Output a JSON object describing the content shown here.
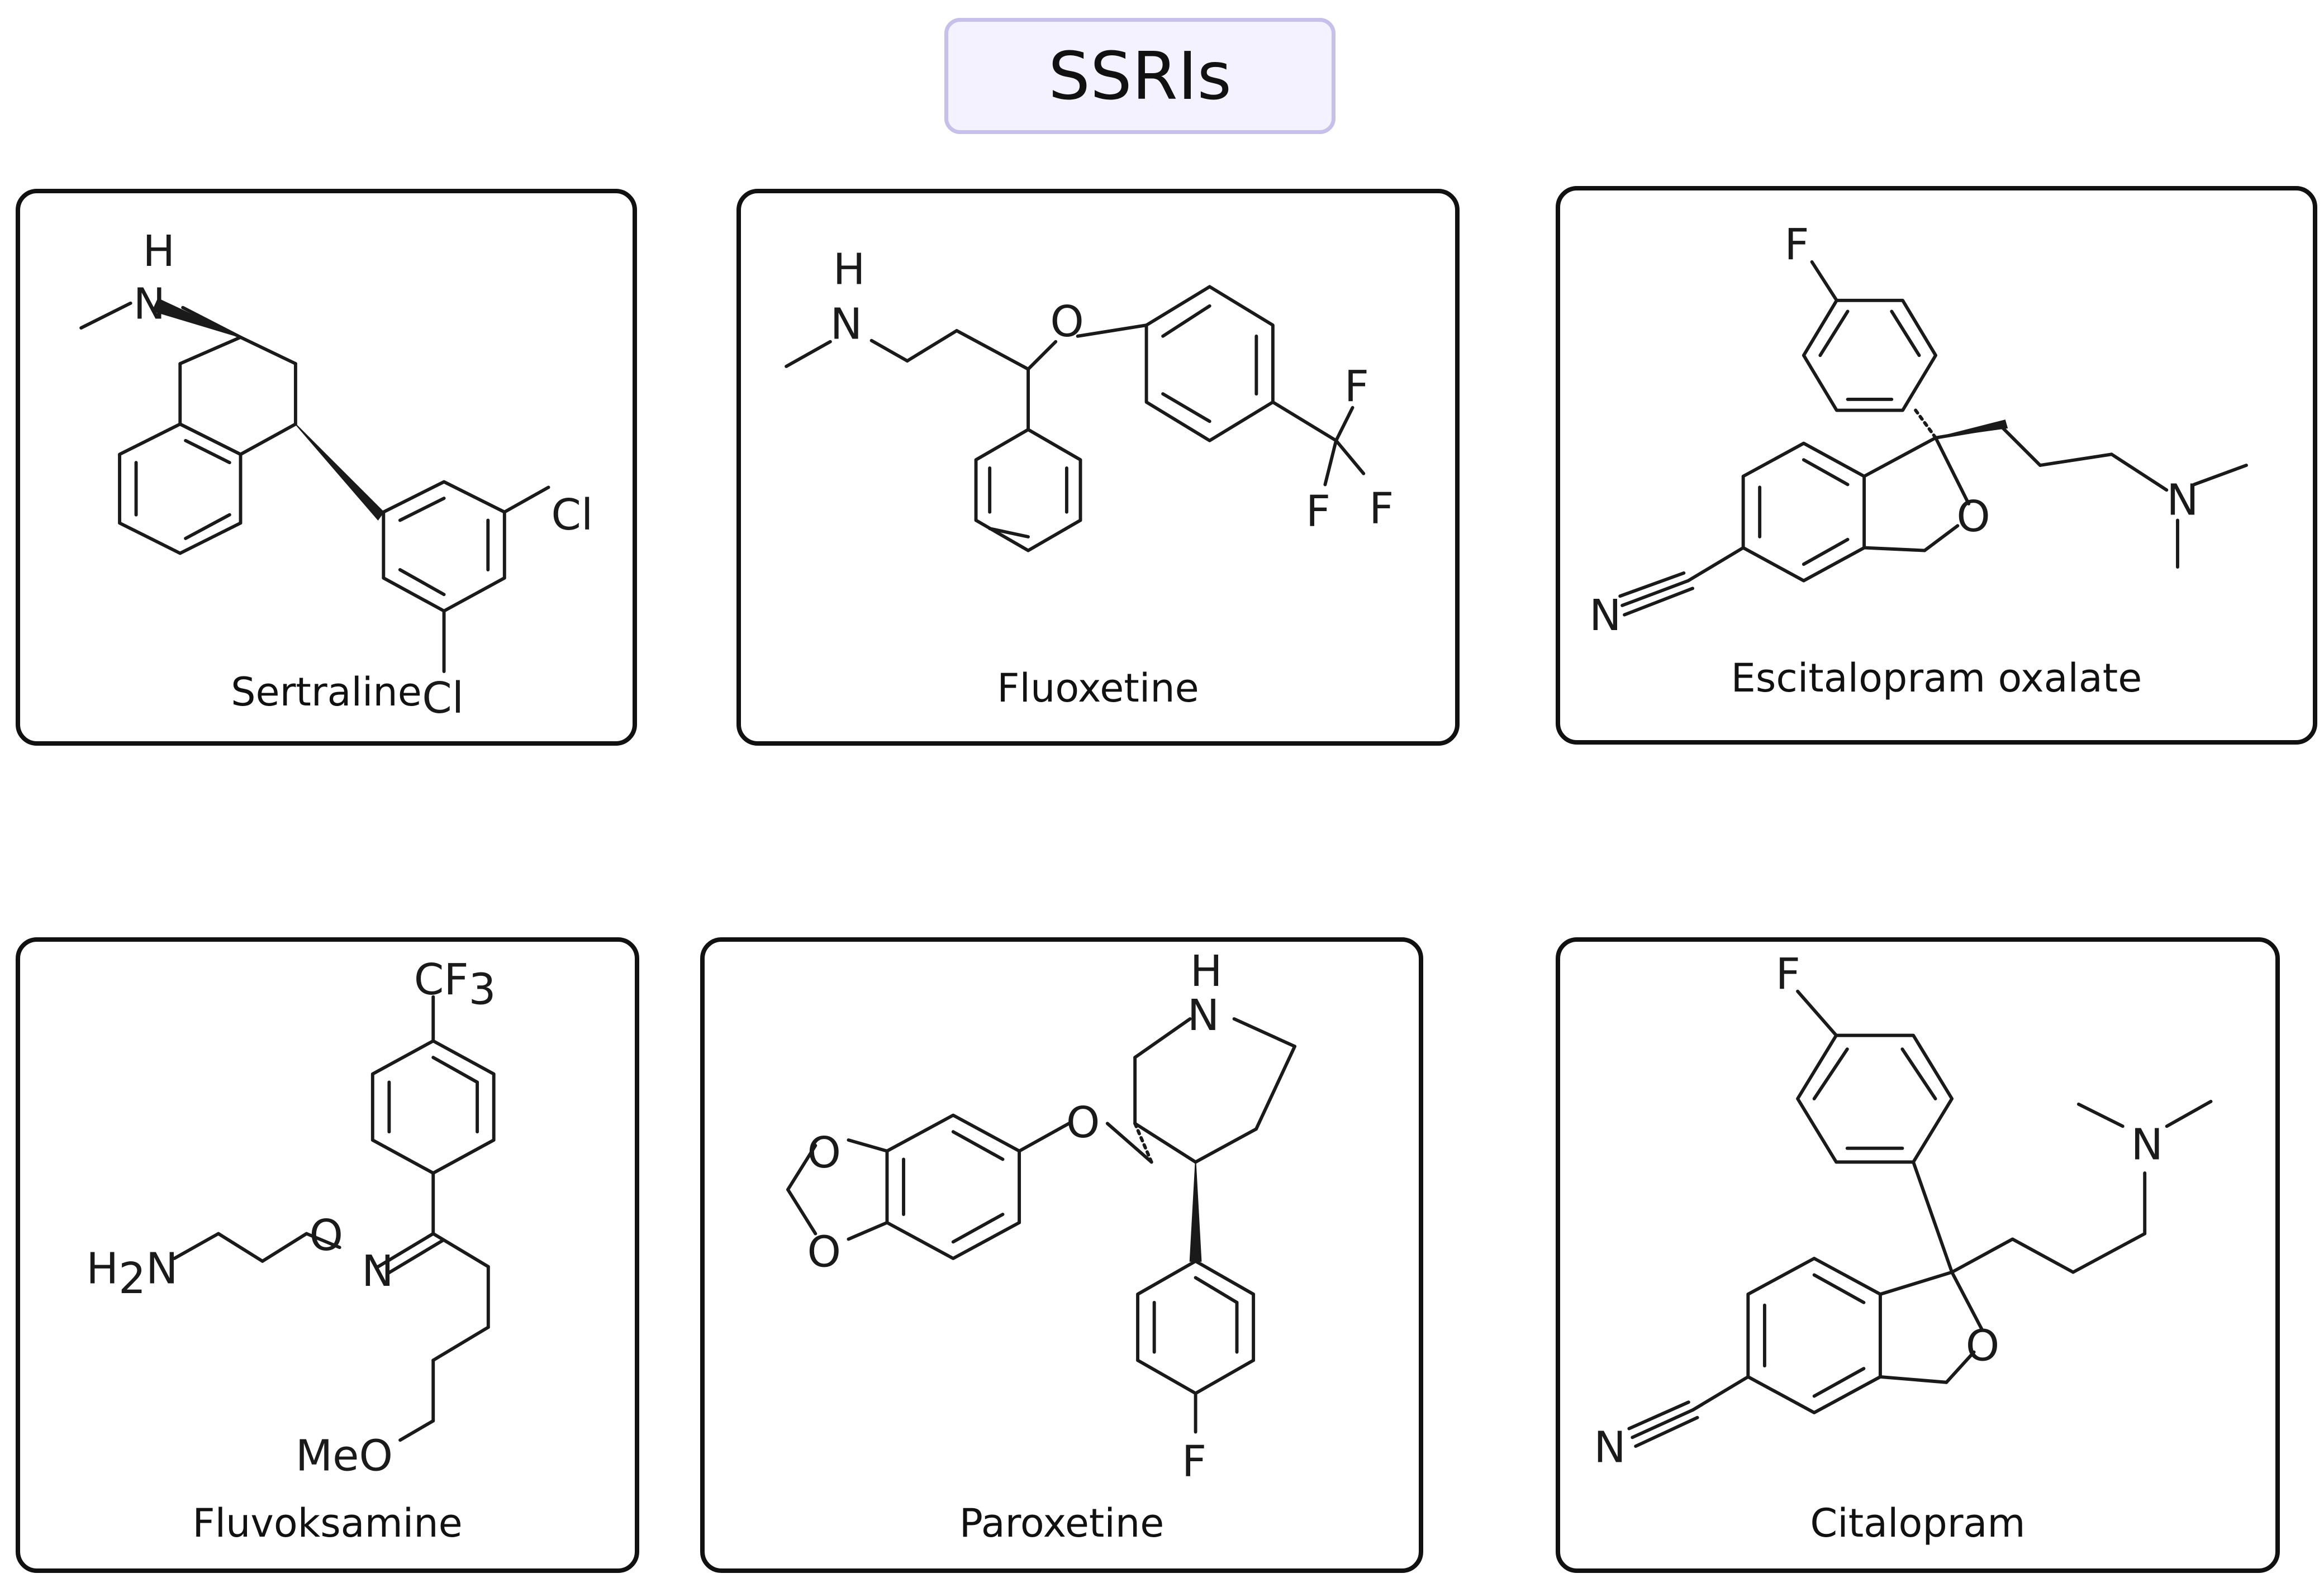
{
  "title": "SSRIs",
  "compounds": [
    {
      "name": "Sertraline",
      "atoms": {
        "n": "N",
        "h": "H",
        "cl1": "Cl",
        "cl2": "Cl"
      }
    },
    {
      "name": "Fluoxetine",
      "atoms": {
        "n": "N",
        "h": "H",
        "o": "O",
        "f1": "F",
        "f2": "F",
        "f3": "F"
      }
    },
    {
      "name": "Escitalopram oxalate",
      "atoms": {
        "f": "F",
        "o": "O",
        "n_amine": "N",
        "n_nitrile": "N"
      }
    },
    {
      "name": "Fluvoksamine",
      "atoms": {
        "cf3_main": "CF",
        "cf3_sub": "3",
        "h2n_h": "H",
        "h2n_sub": "2",
        "h2n_n": "N",
        "o_ether": "O",
        "n_oxime": "N",
        "meo": "MeO"
      }
    },
    {
      "name": "Paroxetine",
      "atoms": {
        "o1": "O",
        "o2": "O",
        "o3": "O",
        "n": "N",
        "h": "H",
        "f": "F"
      }
    },
    {
      "name": "Citalopram",
      "atoms": {
        "f": "F",
        "o": "O",
        "n_amine": "N",
        "n_nitrile": "N"
      }
    }
  ]
}
